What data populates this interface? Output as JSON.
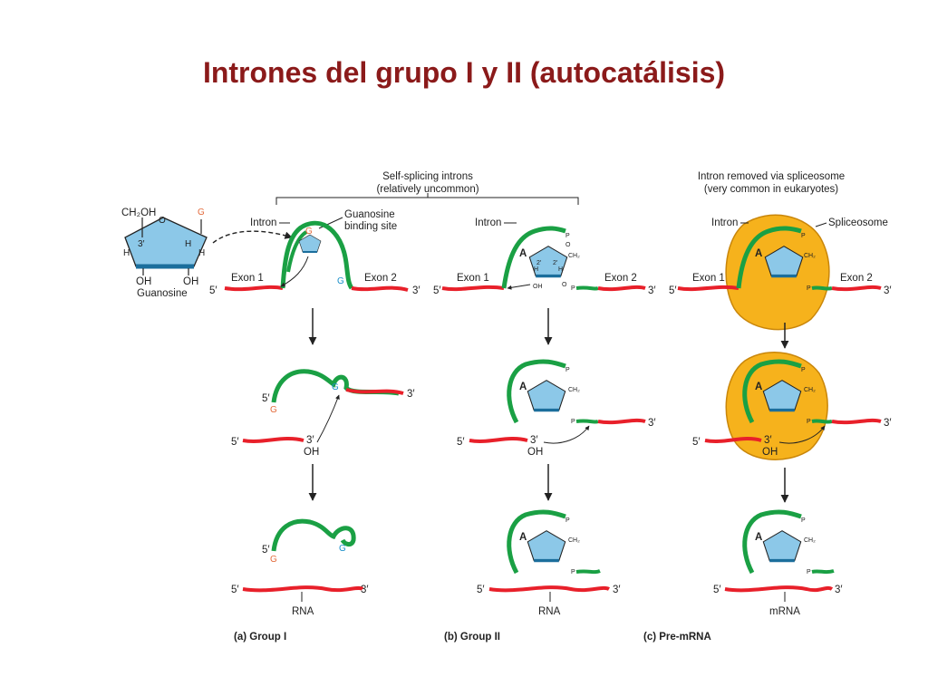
{
  "title": "Intrones del grupo I y II (autocatálisis)",
  "header": {
    "self_splicing_line1": "Self-splicing introns",
    "self_splicing_line2": "(relatively uncommon)",
    "spliceosome_line1": "Intron removed via spliceosome",
    "spliceosome_line2": "(very common in eukaryotes)"
  },
  "guanosine": {
    "ch2oh": "CH₂OH",
    "g": "G",
    "h": "H",
    "three": "3′",
    "oh": "OH",
    "name": "Guanosine"
  },
  "labels": {
    "intron": "Intron",
    "guanosine_site_line1": "Guanosine",
    "guanosine_site_line2": "binding site",
    "spliceosome": "Spliceosome",
    "exon1": "Exon 1",
    "exon2": "Exon 2",
    "five_prime": "5′",
    "three_prime": "3′",
    "oh": "OH",
    "g": "G",
    "a": "A",
    "p": "P",
    "o": "O",
    "h": "H",
    "ch2": "CH₂",
    "two_prime": "2′",
    "rna": "RNA",
    "mrna": "mRNA"
  },
  "captions": {
    "group1": "(a) Group I",
    "group2": "(b) Group II",
    "premrna": "(c) Pre-mRNA"
  },
  "colors": {
    "title": "#8b1a1a",
    "exon_red": "#e8202a",
    "intron_green": "#1aa044",
    "sugar_blue": "#8cc8e8",
    "spliceosome_orange": "#f6b21c",
    "g_orange": "#e36b3c",
    "g_blue": "#1b8fc9"
  }
}
